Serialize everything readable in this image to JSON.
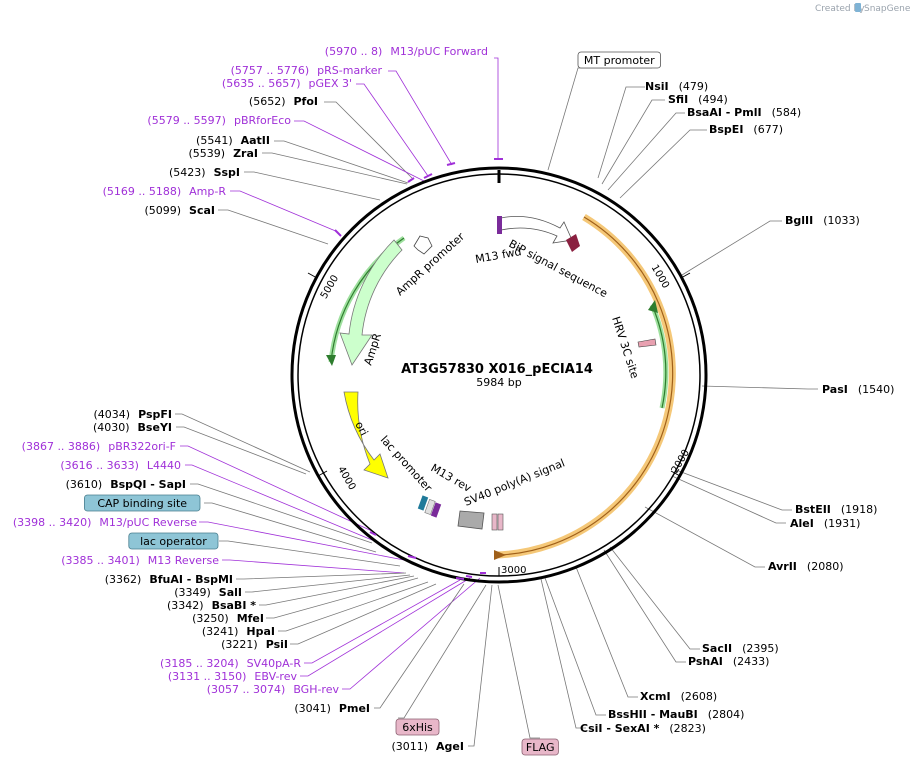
{
  "credit": {
    "text": "Created by",
    "brand": "SnapGene"
  },
  "plasmid": {
    "name": "AT3G57830 X016_pECIA14",
    "length_label": "5984 bp",
    "length": 5984
  },
  "ticks": [
    "1000",
    "2000",
    "3000",
    "4000",
    "5000"
  ],
  "features_labels": {
    "bip": "BiP signal sequence",
    "hrv": "HRV 3C site",
    "sv40": "SV40 poly(A) signal",
    "lac": "lac promoter",
    "m13rev": "M13 rev",
    "m13fwd": "M13 fwd",
    "ori": "ori",
    "ampr": "AmpR",
    "amprp": "AmpR promoter"
  },
  "right_labels": [
    {
      "name": "MT promoter",
      "pos": "",
      "type": "box-white"
    },
    {
      "name": "NsiI",
      "pos": "(479)",
      "type": "enzyme"
    },
    {
      "name": "SfiI",
      "pos": "(494)",
      "type": "enzyme"
    },
    {
      "name": "BsaAI  -  PmlI",
      "pos": "(584)",
      "type": "enzyme"
    },
    {
      "name": "BspEI",
      "pos": "(677)",
      "type": "enzyme"
    },
    {
      "name": "BglII",
      "pos": "(1033)",
      "type": "enzyme"
    },
    {
      "name": "PasI",
      "pos": "(1540)",
      "type": "enzyme"
    },
    {
      "name": "BstEII",
      "pos": "(1918)",
      "type": "enzyme"
    },
    {
      "name": "AleI",
      "pos": "(1931)",
      "type": "enzyme"
    },
    {
      "name": "AvrII",
      "pos": "(2080)",
      "type": "enzyme"
    },
    {
      "name": "SacII",
      "pos": "(2395)",
      "type": "enzyme"
    },
    {
      "name": "PshAI",
      "pos": "(2433)",
      "type": "enzyme"
    },
    {
      "name": "XcmI",
      "pos": "(2608)",
      "type": "enzyme"
    },
    {
      "name": "BssHII  -  MauBI",
      "pos": "(2804)",
      "type": "enzyme"
    },
    {
      "name": "CsiI  -  SexAI *",
      "pos": "(2823)",
      "type": "enzyme"
    }
  ],
  "left_labels": [
    {
      "name": "M13/pUC Forward",
      "pos": "(5970 .. 8)",
      "type": "primer"
    },
    {
      "name": "pRS-marker",
      "pos": "(5757 .. 5776)",
      "type": "primer"
    },
    {
      "name": "pGEX 3'",
      "pos": "(5635 .. 5657)",
      "type": "primer"
    },
    {
      "name": "PfoI",
      "pos": "(5652)",
      "type": "enzyme"
    },
    {
      "name": "pBRforEco",
      "pos": "(5579 .. 5597)",
      "type": "primer"
    },
    {
      "name": "AatII",
      "pos": "(5541)",
      "type": "enzyme"
    },
    {
      "name": "ZraI",
      "pos": "(5539)",
      "type": "enzyme"
    },
    {
      "name": "SspI",
      "pos": "(5423)",
      "type": "enzyme"
    },
    {
      "name": "Amp-R",
      "pos": "(5169 .. 5188)",
      "type": "primer"
    },
    {
      "name": "ScaI",
      "pos": "(5099)",
      "type": "enzyme"
    },
    {
      "name": "PspFI",
      "pos": "(4034)",
      "type": "enzyme"
    },
    {
      "name": "BseYI",
      "pos": "(4030)",
      "type": "enzyme"
    },
    {
      "name": "pBR322ori-F",
      "pos": "(3867 .. 3886)",
      "type": "primer"
    },
    {
      "name": "L4440",
      "pos": "(3616 .. 3633)",
      "type": "primer"
    },
    {
      "name": "BspQI  -  SapI",
      "pos": "(3610)",
      "type": "enzyme"
    },
    {
      "name": "CAP binding site",
      "pos": "",
      "type": "box-blue"
    },
    {
      "name": "M13/pUC Reverse",
      "pos": "(3398 .. 3420)",
      "type": "primer"
    },
    {
      "name": "lac operator",
      "pos": "",
      "type": "box-blue"
    },
    {
      "name": "M13 Reverse",
      "pos": "(3385 .. 3401)",
      "type": "primer"
    },
    {
      "name": "BfuAI  -  BspMI",
      "pos": "(3362)",
      "type": "enzyme"
    },
    {
      "name": "SalI",
      "pos": "(3349)",
      "type": "enzyme"
    },
    {
      "name": "BsaBI *",
      "pos": "(3342)",
      "type": "enzyme"
    },
    {
      "name": "MfeI",
      "pos": "(3250)",
      "type": "enzyme"
    },
    {
      "name": "HpaI",
      "pos": "(3241)",
      "type": "enzyme"
    },
    {
      "name": "PsiI",
      "pos": "(3221)",
      "type": "enzyme"
    },
    {
      "name": "SV40pA-R",
      "pos": "(3185 .. 3204)",
      "type": "primer"
    },
    {
      "name": "EBV-rev",
      "pos": "(3131 .. 3150)",
      "type": "primer"
    },
    {
      "name": "BGH-rev",
      "pos": "(3057 .. 3074)",
      "type": "primer"
    },
    {
      "name": "PmeI",
      "pos": "(3041)",
      "type": "enzyme"
    },
    {
      "name": "6xHis",
      "pos": "",
      "type": "box-pink"
    },
    {
      "name": "AgeI",
      "pos": "(3011)",
      "type": "enzyme"
    },
    {
      "name": "FLAG",
      "pos": "",
      "type": "box-pink"
    }
  ],
  "colors": {
    "primer": "#a030d8",
    "enzyme": "#000000",
    "blue_box": "#8ec5d6",
    "pink_box": "#e8b7c9",
    "orange_feature": "#f0a030",
    "green_feature": "#2e8b2e",
    "ori_yellow": "#ffff00",
    "ampr_green": "#ccffcc",
    "backbone": "#000000"
  }
}
